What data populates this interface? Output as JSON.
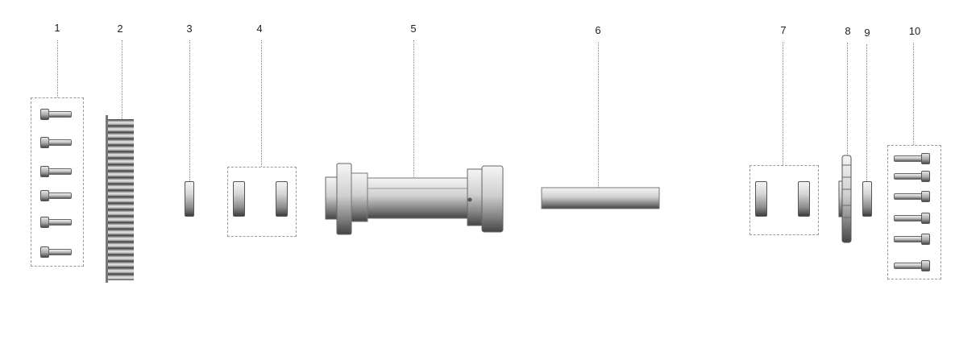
{
  "diagram": {
    "title": "Exploded view of shaft assembly",
    "callouts": [
      {
        "number": "1",
        "part": "bolt-set-left"
      },
      {
        "number": "2",
        "part": "toothed-pulley"
      },
      {
        "number": "3",
        "part": "spacer-left"
      },
      {
        "number": "4",
        "part": "bearing-pair-left"
      },
      {
        "number": "5",
        "part": "hub-shaft"
      },
      {
        "number": "6",
        "part": "axle-rod"
      },
      {
        "number": "7",
        "part": "bearing-pair-right"
      },
      {
        "number": "8",
        "part": "sprocket"
      },
      {
        "number": "9",
        "part": "spacer-right"
      },
      {
        "number": "10",
        "part": "bolt-set-right"
      }
    ]
  }
}
